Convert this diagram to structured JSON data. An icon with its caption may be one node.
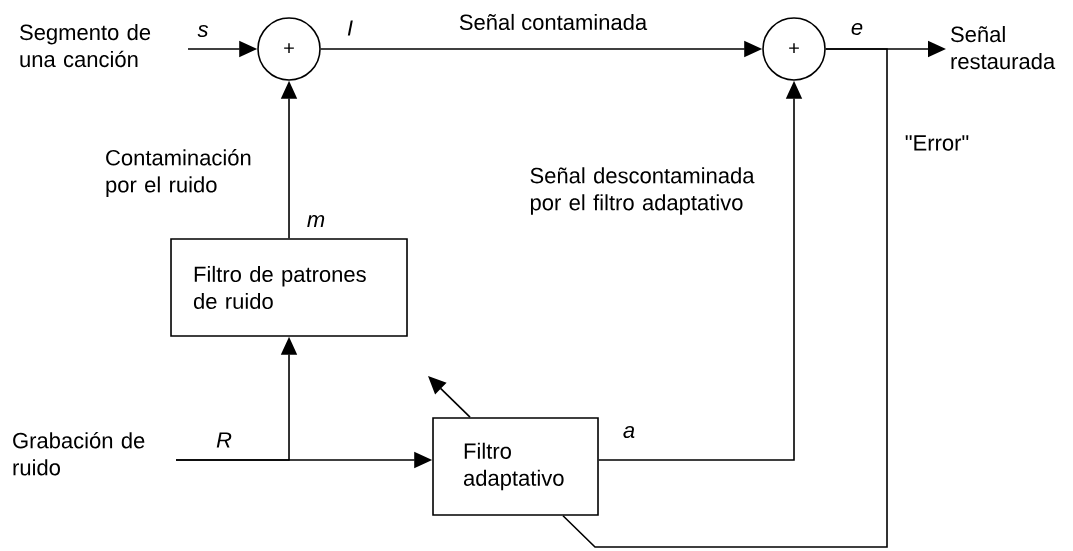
{
  "diagram": {
    "nodes": [
      {
        "text": [
          "Segmento de una canción"
        ]
      },
      {
        "text": [
          "+"
        ]
      },
      {
        "text": [
          "+"
        ]
      },
      {
        "text": [
          "Señal restaurada"
        ]
      },
      {
        "text": [
          "Filtro de patrones de ruido"
        ]
      },
      {
        "text": [
          "Filtro adaptativo"
        ]
      },
      {
        "text": [
          "Grabación de ruido"
        ]
      }
    ],
    "edges": [
      {
        "from": 0,
        "to": 1,
        "arrow": "to",
        "label": "s"
      },
      {
        "from": 1,
        "to": 2,
        "arrow": "to",
        "label": "Señal contaminada"
      },
      {
        "from": 2,
        "to": 3,
        "arrow": "to",
        "label": "e"
      },
      {
        "from": 4,
        "to": 1,
        "arrow": "to",
        "label": "Contaminación por el ruido"
      },
      {
        "from": 6,
        "to": 4,
        "arrow": "to"
      },
      {
        "from": 6,
        "to": 5,
        "arrow": "to",
        "label": "R"
      },
      {
        "from": 5,
        "to": 2,
        "arrow": "to",
        "label": "Señal descontaminada por el filtro adaptativo"
      },
      {
        "from": 2,
        "to": 5,
        "arrow": "none",
        "label": "\"Error\""
      },
      {
        "from": 5,
        "to": null,
        "arrow": "to"
      }
    ],
    "labels": [
      "I",
      "m",
      "a"
    ]
  }
}
